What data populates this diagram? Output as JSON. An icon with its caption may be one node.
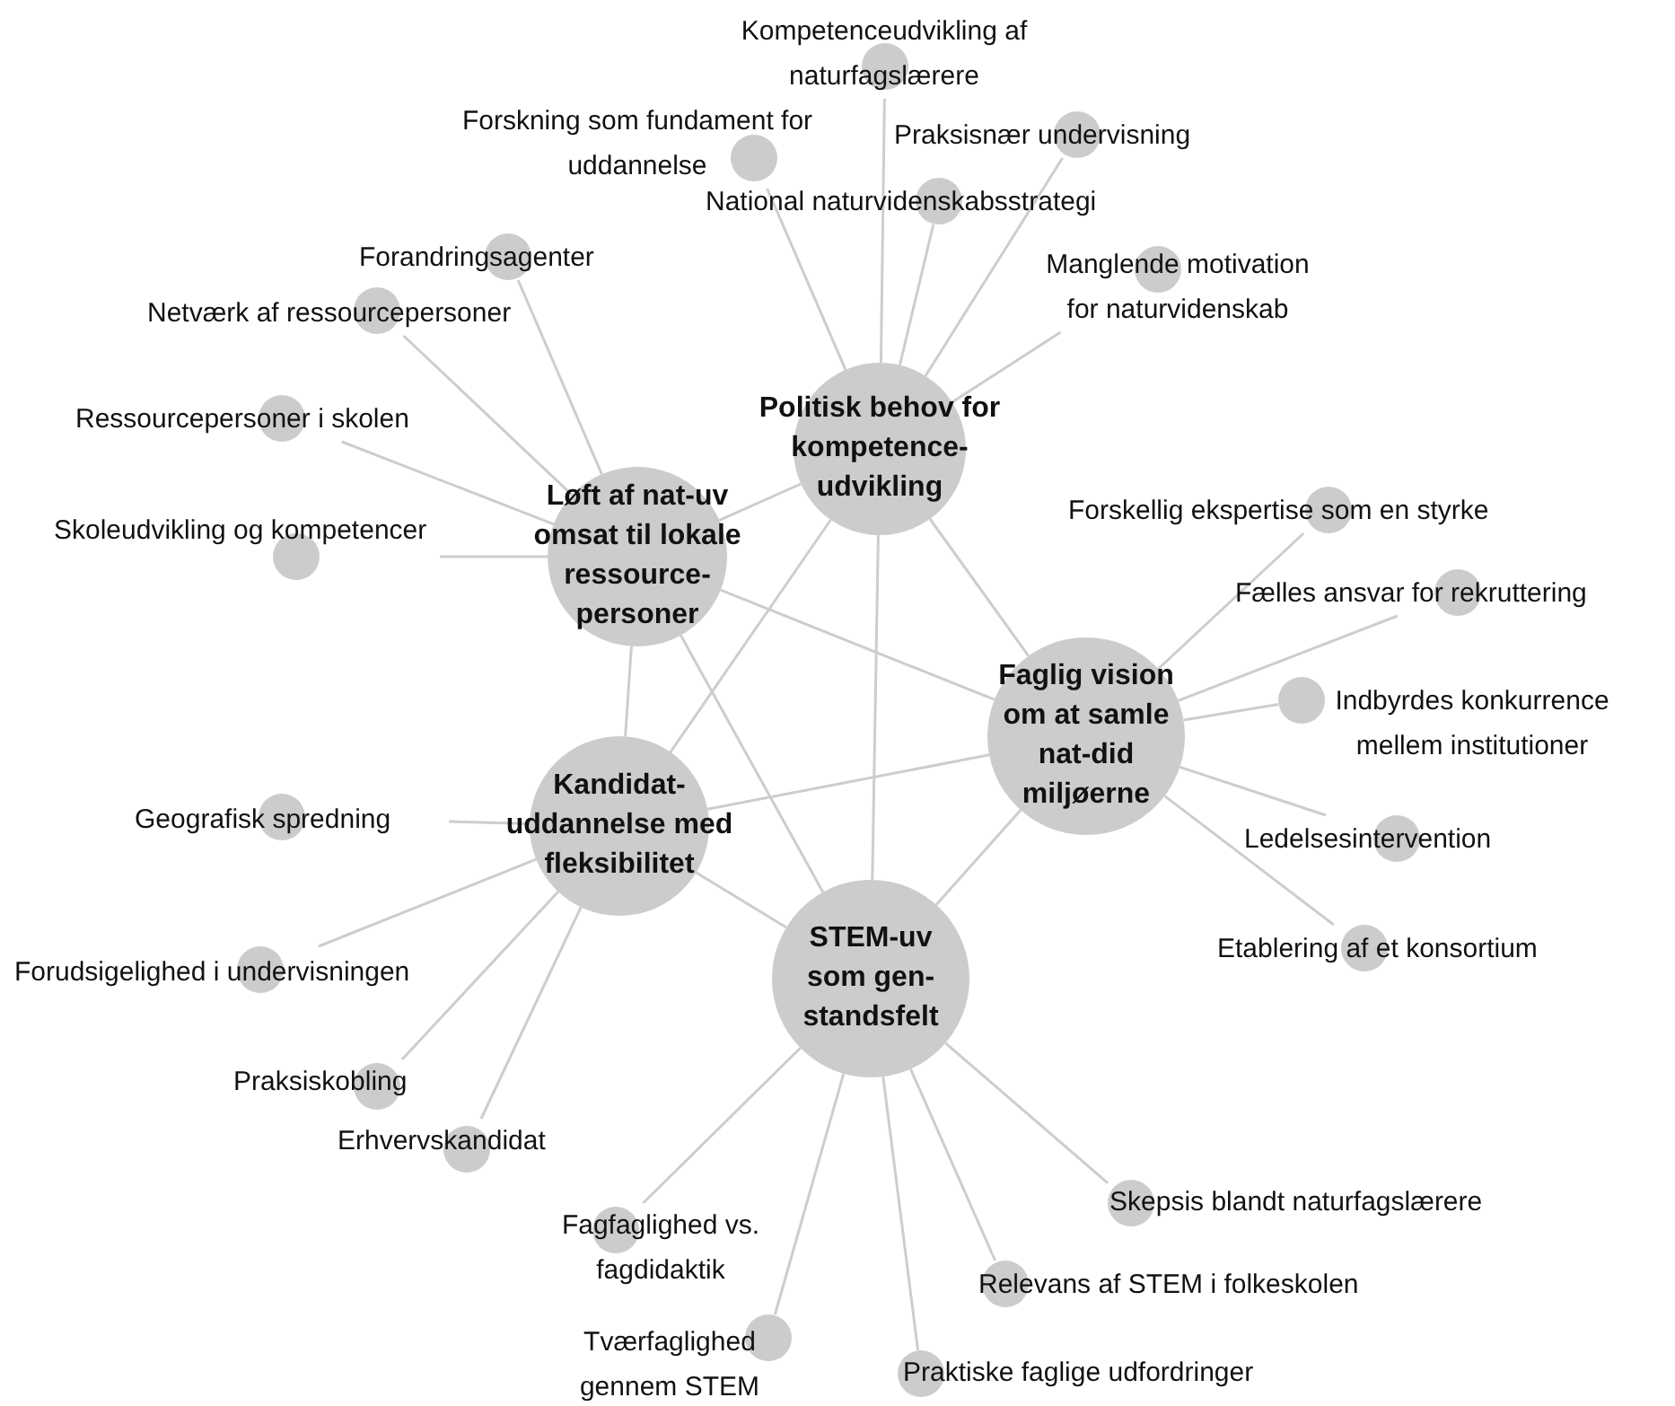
{
  "diagram": {
    "nodes": [
      {
        "text": [
          "Politisk behov for kompetence-udvikling"
        ]
      },
      {
        "text": [
          "Løft af nat-uv omsat til lokale ressource-personer"
        ]
      },
      {
        "text": [
          "Faglig vision om at samle nat-did miljøerne"
        ]
      },
      {
        "text": [
          "Kandidat-uddannelse med fleksibilitet"
        ]
      },
      {
        "text": [
          "STEM-uv som gen-standsfelt"
        ]
      },
      {
        "text": [
          "Kompetenceudvikling af naturfagslærere"
        ]
      },
      {
        "text": [
          "Forskning som fundament for uddannelse"
        ]
      },
      {
        "text": [
          "Praksisnær undervisning"
        ]
      },
      {
        "text": [
          "National naturvidenskabsstrategi"
        ]
      },
      {
        "text": [
          "Manglende motivation for naturvidenskab"
        ]
      },
      {
        "text": [
          "Forandringsagenter"
        ]
      },
      {
        "text": [
          "Netværk af ressourcepersoner"
        ]
      },
      {
        "text": [
          "Ressourcepersoner i skolen"
        ]
      },
      {
        "text": [
          "Skoleudvikling og kompetencer"
        ]
      },
      {
        "text": [
          "Forskellig ekspertise som en styrke"
        ]
      },
      {
        "text": [
          "Fælles ansvar for rekruttering"
        ]
      },
      {
        "text": [
          "Indbyrdes konkurrence mellem institutioner"
        ]
      },
      {
        "text": [
          "Ledelsesintervention"
        ]
      },
      {
        "text": [
          "Etablering af et konsortium"
        ]
      },
      {
        "text": [
          "Geografisk spredning"
        ]
      },
      {
        "text": [
          "Forudsigelighed i undervisningen"
        ]
      },
      {
        "text": [
          "Praksiskobling"
        ]
      },
      {
        "text": [
          "Erhvervskandidat"
        ]
      },
      {
        "text": [
          "Skepsis blandt naturfagslærere"
        ]
      },
      {
        "text": [
          "Fagfaglighed vs. fagdidaktik"
        ]
      },
      {
        "text": [
          "Relevans af STEM i  folkeskolen"
        ]
      },
      {
        "text": [
          "Tværfaglighed gennem STEM"
        ]
      },
      {
        "text": [
          "Praktiske faglige udfordringer"
        ]
      }
    ],
    "edges": [
      {
        "from": 0,
        "to": 1,
        "arrow": "none"
      },
      {
        "from": 0,
        "to": 2,
        "arrow": "none"
      },
      {
        "from": 0,
        "to": 3,
        "arrow": "none"
      },
      {
        "from": 0,
        "to": 4,
        "arrow": "none"
      },
      {
        "from": 1,
        "to": 2,
        "arrow": "none"
      },
      {
        "from": 1,
        "to": 3,
        "arrow": "none"
      },
      {
        "from": 1,
        "to": 4,
        "arrow": "none"
      },
      {
        "from": 2,
        "to": 3,
        "arrow": "none"
      },
      {
        "from": 2,
        "to": 4,
        "arrow": "none"
      },
      {
        "from": 3,
        "to": 4,
        "arrow": "none"
      },
      {
        "from": 0,
        "to": 5,
        "arrow": "none"
      },
      {
        "from": 0,
        "to": 6,
        "arrow": "none"
      },
      {
        "from": 0,
        "to": 7,
        "arrow": "none"
      },
      {
        "from": 0,
        "to": 8,
        "arrow": "none"
      },
      {
        "from": 0,
        "to": 9,
        "arrow": "none"
      },
      {
        "from": 1,
        "to": 10,
        "arrow": "none"
      },
      {
        "from": 1,
        "to": 11,
        "arrow": "none"
      },
      {
        "from": 1,
        "to": 12,
        "arrow": "none"
      },
      {
        "from": 1,
        "to": 13,
        "arrow": "none"
      },
      {
        "from": 2,
        "to": 14,
        "arrow": "none"
      },
      {
        "from": 2,
        "to": 15,
        "arrow": "none"
      },
      {
        "from": 2,
        "to": 16,
        "arrow": "none"
      },
      {
        "from": 2,
        "to": 17,
        "arrow": "none"
      },
      {
        "from": 2,
        "to": 18,
        "arrow": "none"
      },
      {
        "from": 3,
        "to": 19,
        "arrow": "none"
      },
      {
        "from": 3,
        "to": 20,
        "arrow": "none"
      },
      {
        "from": 3,
        "to": 21,
        "arrow": "none"
      },
      {
        "from": 3,
        "to": 22,
        "arrow": "none"
      },
      {
        "from": 4,
        "to": 23,
        "arrow": "none"
      },
      {
        "from": 4,
        "to": 24,
        "arrow": "none"
      },
      {
        "from": 4,
        "to": 25,
        "arrow": "none"
      },
      {
        "from": 4,
        "to": 26,
        "arrow": "none"
      },
      {
        "from": 4,
        "to": 27,
        "arrow": "none"
      }
    ]
  }
}
